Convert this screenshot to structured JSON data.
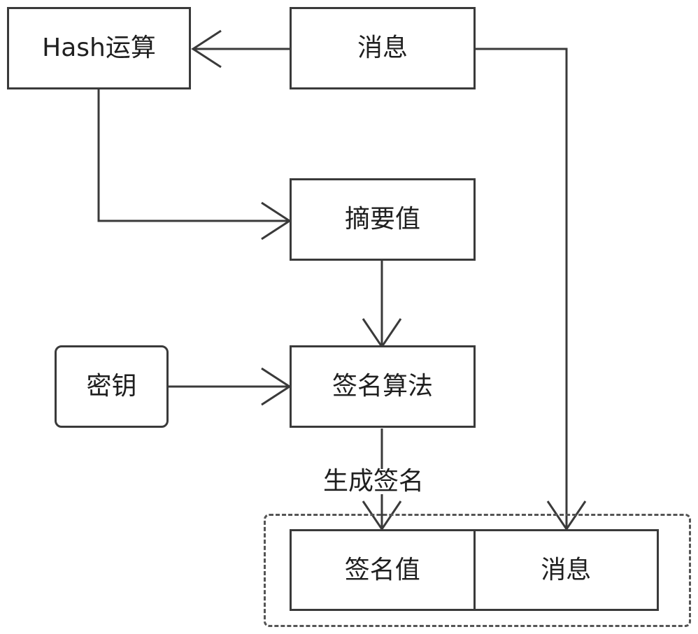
{
  "nodes": {
    "hash": "Hash运算",
    "message": "消息",
    "digest": "摘要值",
    "key": "密钥",
    "sign_algorithm": "签名算法"
  },
  "edge_labels": {
    "generate_signature": "生成签名"
  },
  "output": {
    "signature_value": "签名值",
    "message": "消息"
  },
  "colors": {
    "stroke": "#3a3a3a",
    "dashed": "#555555",
    "background": "#ffffff"
  }
}
